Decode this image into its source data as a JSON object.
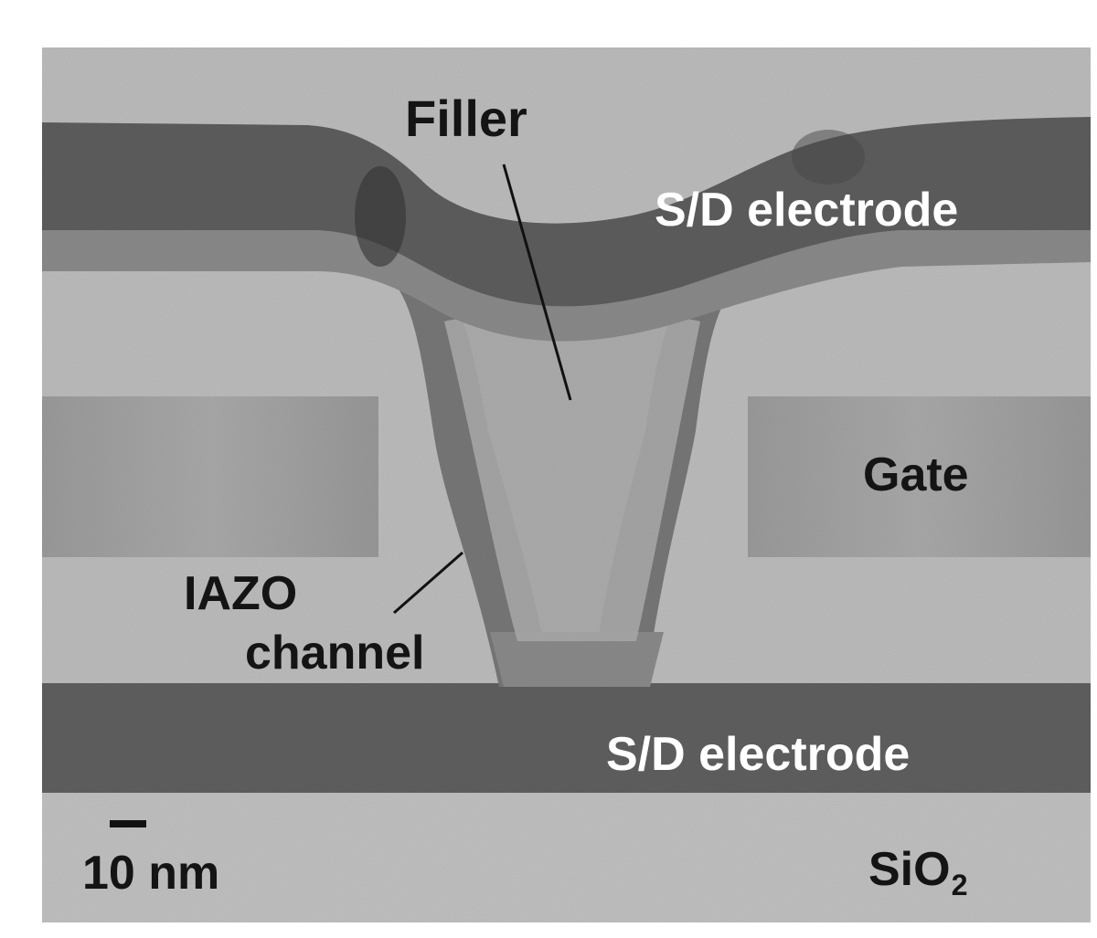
{
  "labels": {
    "filler": "Filler",
    "sd_top": "S/D electrode",
    "gate": "Gate",
    "channel_line1": "IAZO",
    "channel_line2": "channel",
    "sd_bottom": "S/D electrode",
    "substrate": "SiO",
    "substrate_subscript": "2",
    "scale_bar": "10 nm"
  },
  "colors": {
    "background": "#b9b9b9",
    "electrode": "#5e5e5e",
    "channel": "#7a7a7a",
    "gate": "#9a9a9a",
    "text_dark": "#141414",
    "text_light": "#ffffff"
  }
}
